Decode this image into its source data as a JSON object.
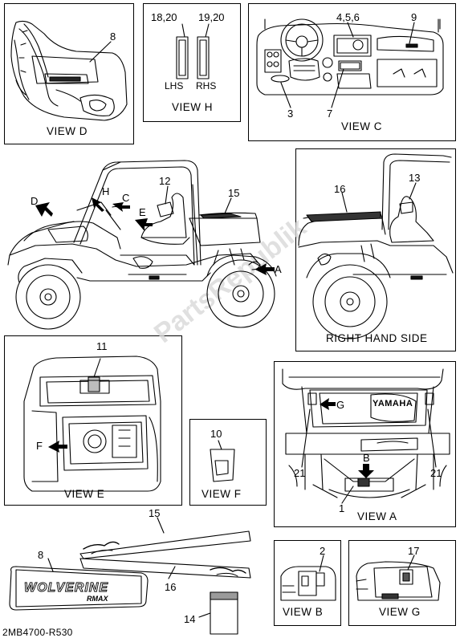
{
  "views": {
    "view_d": "VIEW D",
    "view_h": "VIEW H",
    "view_c": "VIEW C",
    "right_hand_side": "RIGHT HAND SIDE",
    "view_e": "VIEW E",
    "view_f": "VIEW F",
    "view_a": "VIEW A",
    "view_b": "VIEW B",
    "view_g": "VIEW G"
  },
  "view_h_labels": {
    "lhs": "LHS",
    "rhs": "RHS"
  },
  "callouts": {
    "c1": "1",
    "c2": "2",
    "c3": "3",
    "c4_5_6": "4,5,6",
    "c7": "7",
    "c8_d": "8",
    "c8": "8",
    "c9": "9",
    "c10": "10",
    "c11": "11",
    "c12": "12",
    "c13": "13",
    "c14": "14",
    "c15_main": "15",
    "c15": "15",
    "c16_rhs": "16",
    "c16": "16",
    "c17": "17",
    "c18_20": "18,20",
    "c19_20": "19,20",
    "c21_left": "21",
    "c21_right": "21"
  },
  "view_arrows": {
    "a": "A",
    "c": "C",
    "d": "D",
    "e": "E",
    "f": "F",
    "g": "G",
    "h": "H",
    "b": "B"
  },
  "decal_text": {
    "yamaha": "YAMAHA",
    "wolverine": "WOLVERINE",
    "rmax": "RMAX"
  },
  "watermark": "PartsRepublik",
  "diagram_code": "2MB4700-R530"
}
